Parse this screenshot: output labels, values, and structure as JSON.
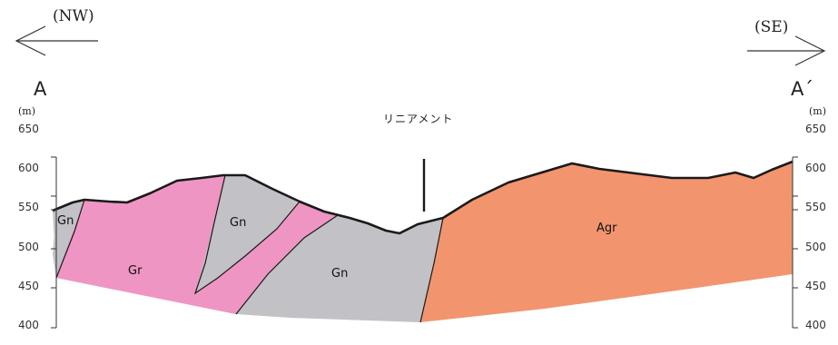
{
  "direction_left": "(NW)",
  "direction_right": "(SE)",
  "point_left": "A",
  "point_right": "A´",
  "axis_unit": "(m)",
  "elevation_ticks": [
    "650",
    "600",
    "550",
    "500",
    "450",
    "400"
  ],
  "lineament_label": "リニアメント",
  "units": {
    "gn": "Gn",
    "gr": "Gr",
    "agr": "Agr"
  },
  "colors": {
    "gneiss": "#c1c1c6",
    "granite": "#ef95c3",
    "agr": "#f2956f",
    "outline": "#1a1a1a"
  }
}
